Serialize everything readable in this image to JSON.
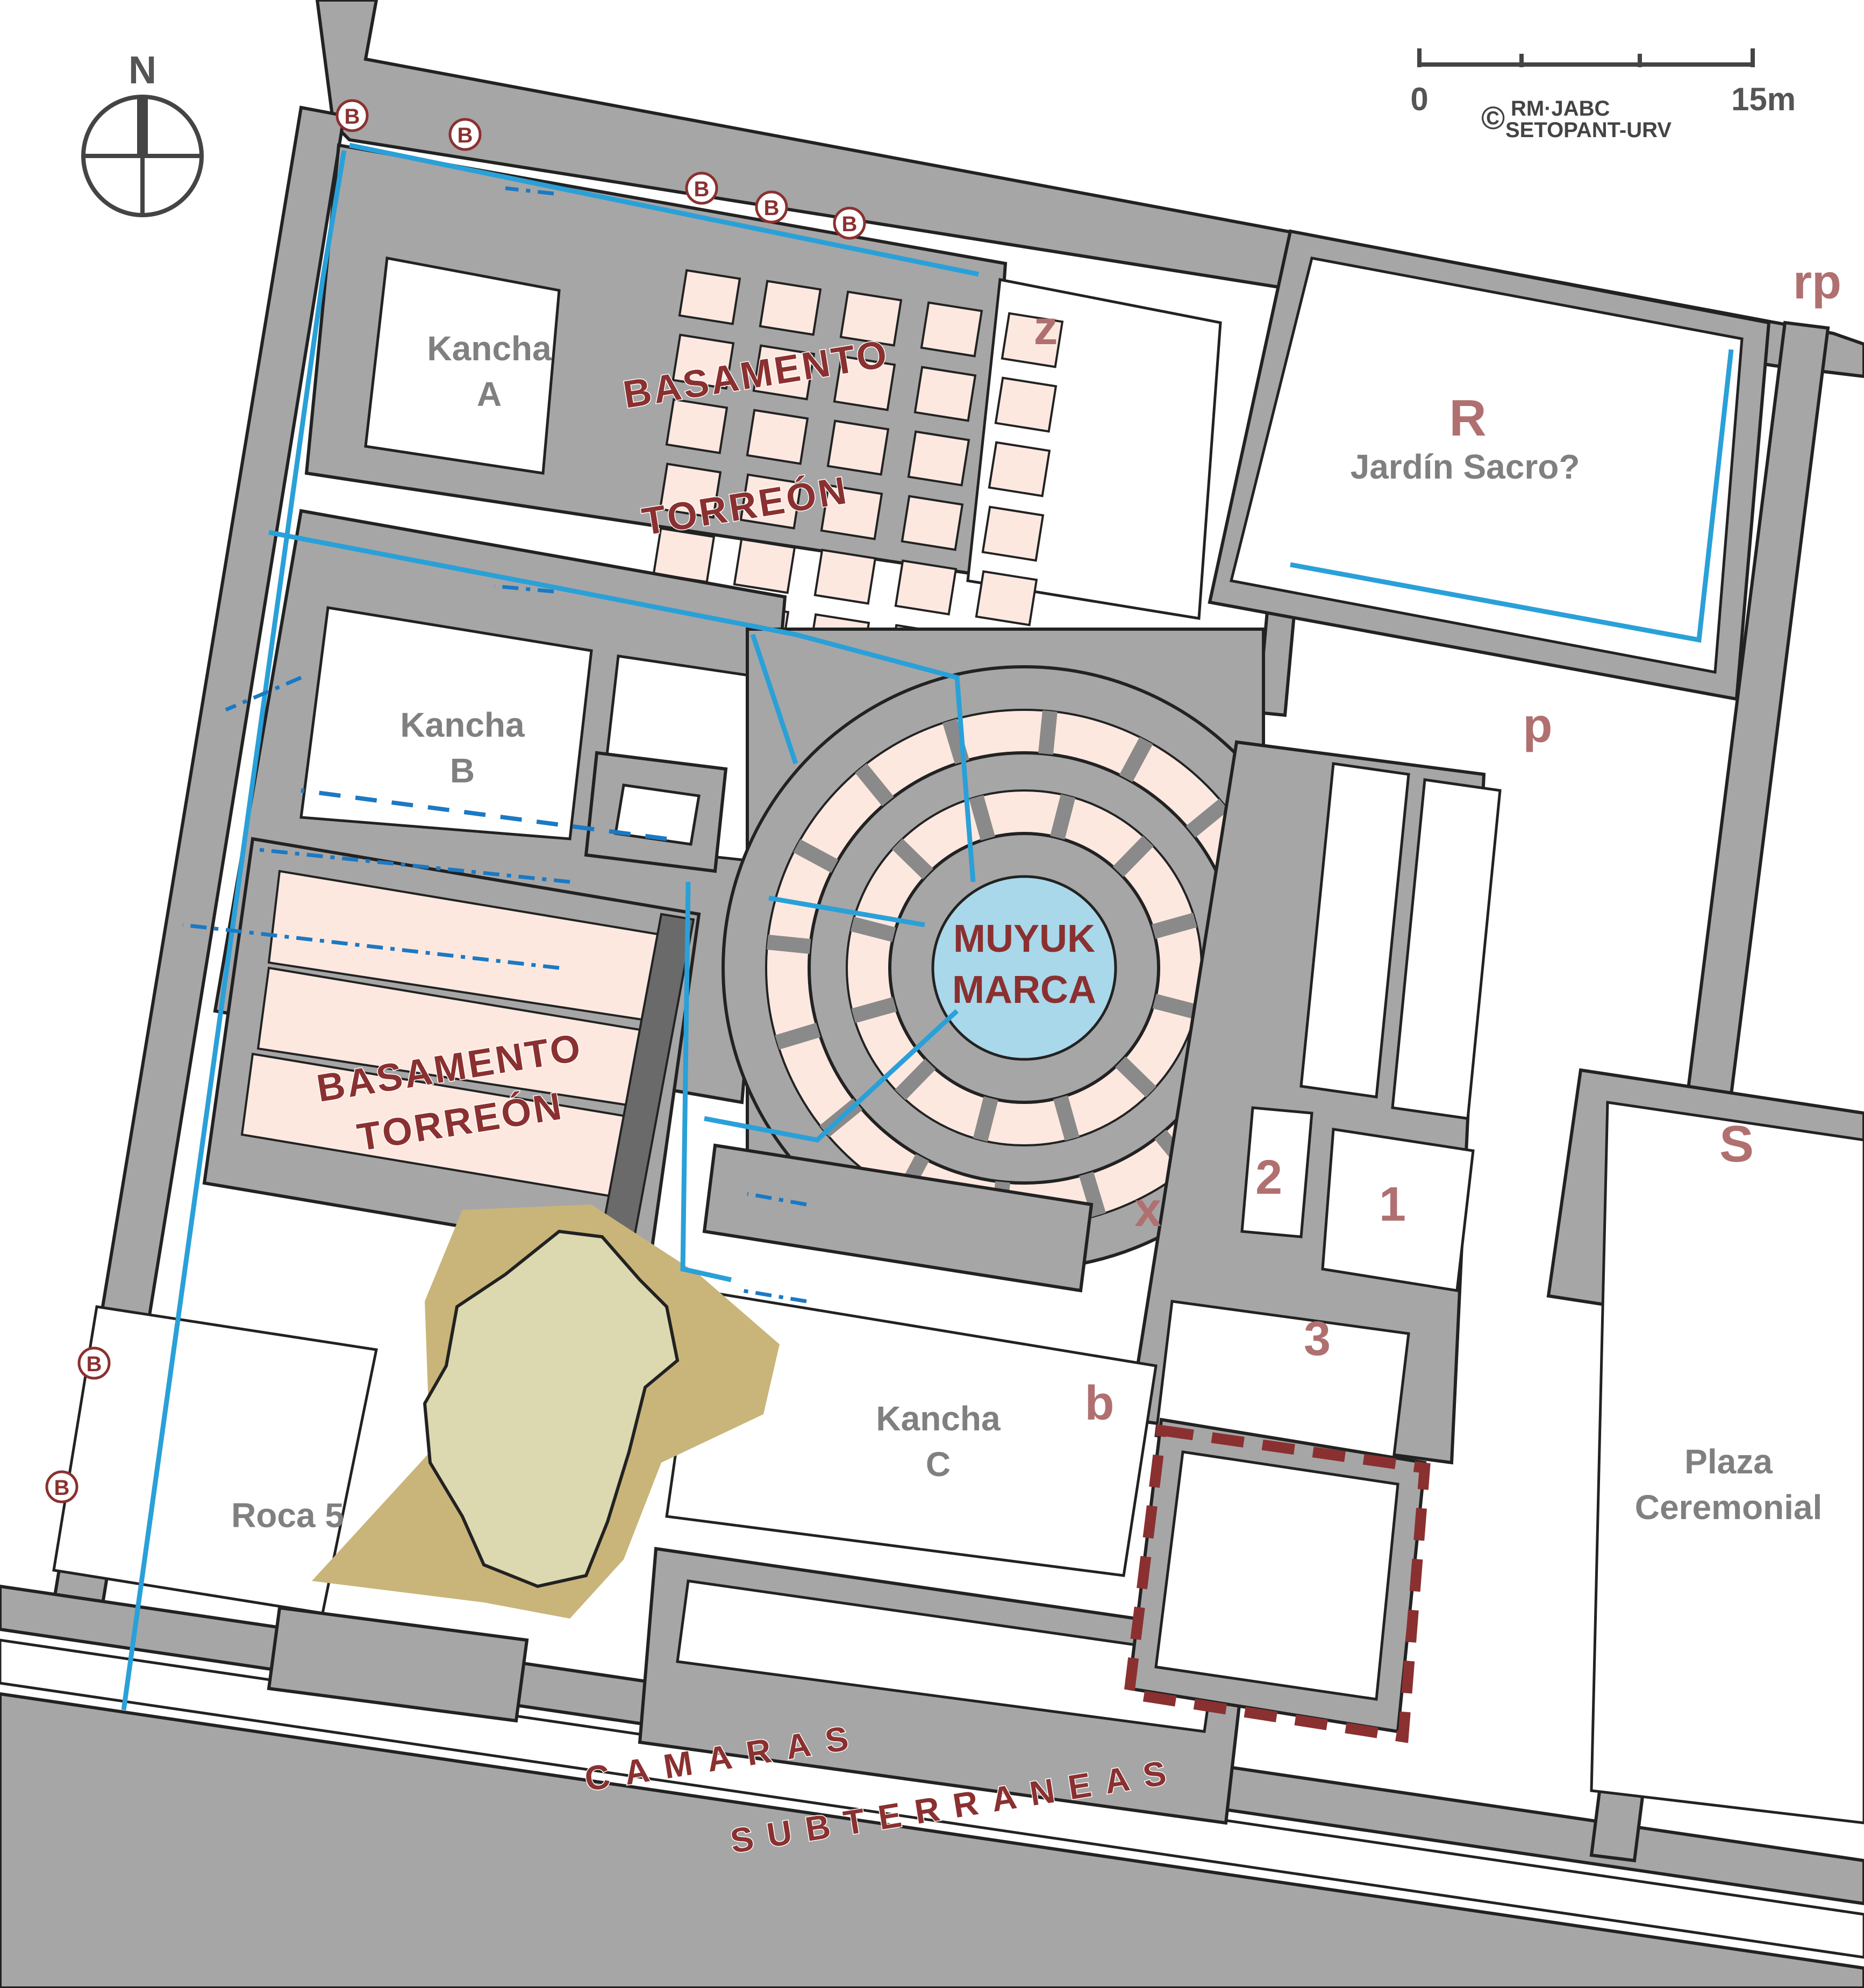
{
  "north_label": "N",
  "scale": {
    "start": "0",
    "end": "15m"
  },
  "copyright": {
    "symbol": "©",
    "line1": "RM·JABC",
    "line2": "SETOPANT-URV"
  },
  "areas": {
    "kancha_a": {
      "line1": "Kancha",
      "line2": "A"
    },
    "kancha_b": {
      "line1": "Kancha",
      "line2": "B"
    },
    "kancha_c": {
      "line1": "Kancha",
      "line2": "C"
    },
    "roca": "Roca 5",
    "plaza": {
      "line1": "Plaza",
      "line2": "Ceremonial"
    },
    "jardin": "Jardín Sacro?",
    "muyuk": {
      "line1": "MUYUK",
      "line2": "MARCA"
    }
  },
  "dark_labels": {
    "basamento_1": "BASAMENTO",
    "torreon_1": "TORREÓN",
    "basamento_2": "BASAMENTO",
    "torreon_2": "TORREÓN",
    "camaras": "CAMARAS",
    "subterraneas": "SUBTERRANEAS"
  },
  "letters": {
    "z": "z",
    "R": "R",
    "rp": "rp",
    "p": "p",
    "S": "S",
    "x": "x",
    "one": "1",
    "two": "2",
    "three": "3",
    "b": "b"
  },
  "b_marker": "B",
  "colors": {
    "wall": "#a6a6a6",
    "canal": "#2aa0d8",
    "canal_dashed": "#1b79c4",
    "platform": "#fde8e0",
    "pool": "#a8d8ea",
    "rock_area": "#c9b57a",
    "label_red": "#b07070",
    "label_dark_red": "#8b3030"
  }
}
